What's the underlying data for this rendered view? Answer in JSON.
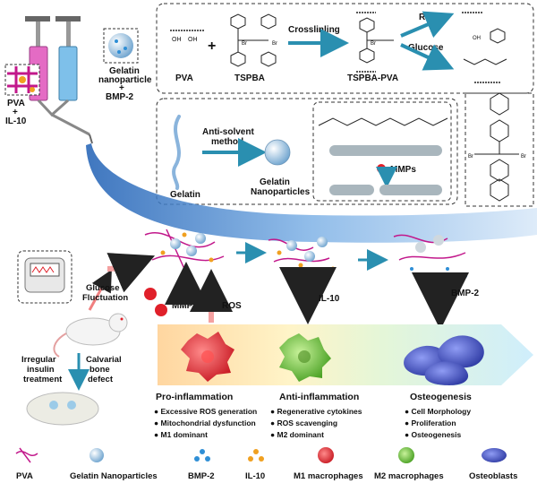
{
  "inset": {
    "pva_il10": [
      "PVA",
      "+",
      "IL-10"
    ],
    "gelatin_bmp2": [
      "Gelatin",
      "nanoparticle",
      "+",
      "BMP-2"
    ]
  },
  "chem": {
    "pva": "PVA",
    "plus": "+",
    "tspba": "TSPBA",
    "crosslinking": "Crosslinling",
    "tspba_pva": "TSPBA-PVA",
    "ros": "ROS",
    "glucose": "Glucose",
    "br": "Br",
    "oh": "OH"
  },
  "nano": {
    "anti_solvent": [
      "Anti-solvent",
      "method"
    ],
    "gelatin": "Gelatin",
    "gelatin_np": [
      "Gelatin",
      "Nanoparticles"
    ],
    "mmps": "MMPs"
  },
  "process": {
    "glucose_fluct": [
      "Glucose",
      "Fluctuation"
    ],
    "mmps": "MMPs",
    "ros": "ROS",
    "il10": "IL-10",
    "bmp2": "BMP-2",
    "irregular": [
      "Irregular",
      "insulin",
      "treatment"
    ],
    "calvarial": [
      "Calvarial",
      "bone",
      "defect"
    ]
  },
  "stages": [
    {
      "title": "Pro-inflammation",
      "bullets": [
        "Excessive ROS generation",
        "Mitochondrial dysfunction",
        "M1 dominant"
      ]
    },
    {
      "title": "Anti-inflammation",
      "bullets": [
        "Regenerative cytokines",
        "ROS scavenging",
        "M2 dominant"
      ]
    },
    {
      "title": "Osteogenesis",
      "bullets": [
        "Cell Morphology",
        "Proliferation",
        "Osteogenesis"
      ]
    }
  ],
  "legend": [
    "PVA",
    "Gelatin Nanoparticles",
    "BMP-2",
    "IL-10",
    "M1 macrophages",
    "M2 macrophages",
    "Osteoblasts"
  ],
  "colors": {
    "pva": "#c2188b",
    "gelatin": "#5f9fd0",
    "bmp2": "#2f8fd6",
    "il10": "#f0a020",
    "m1": "#e0202a",
    "m2": "#5cb82a",
    "osteo": "#3646b8",
    "arrow": "#2a8fb0"
  }
}
